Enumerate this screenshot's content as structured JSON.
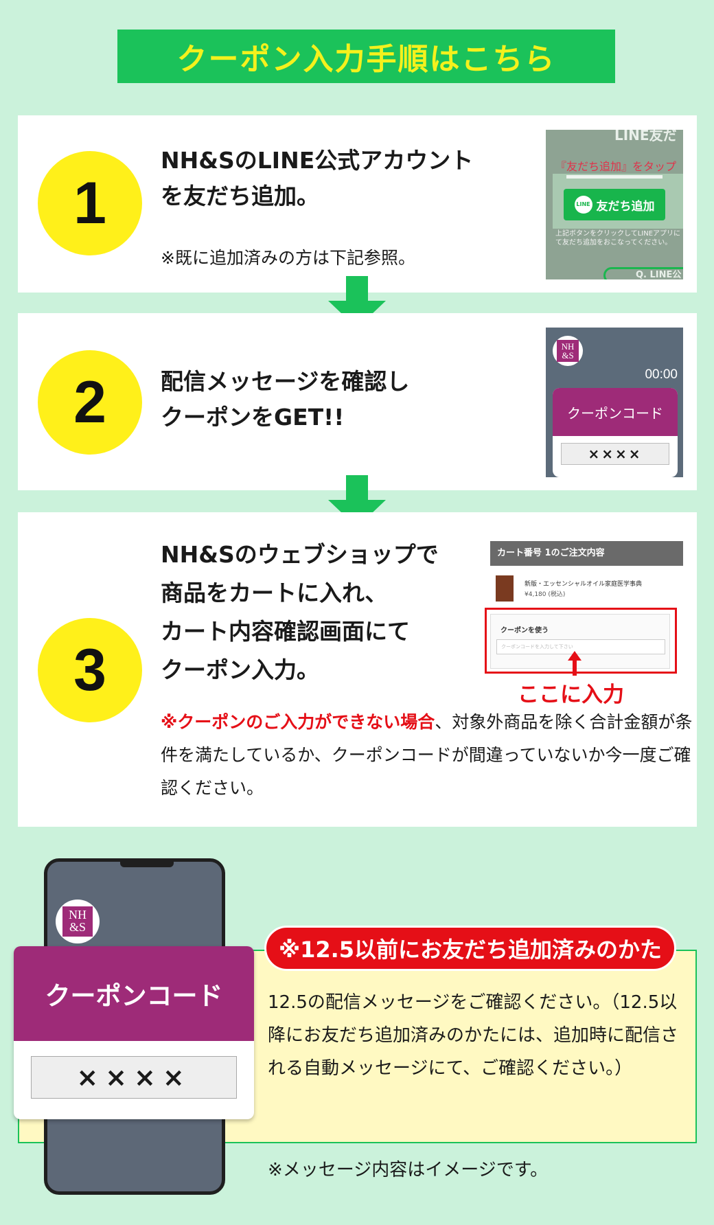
{
  "title": "クーポン入力手順はこちら",
  "steps": [
    {
      "number": "1",
      "lines": [
        "NH&SのLINE公式アカウント",
        "を友だち追加。"
      ],
      "note": "※既に追加済みの方は下記参照。",
      "thumb": {
        "top_text": "LINE友だ",
        "tap_text": "『友だち追加』をタップ",
        "badge": "LINE",
        "button": "友だち追加",
        "desc": "上記ボタンをクリックしてLINEアプリにて友だち追加をおこなってください。",
        "bottom": "Q. LINE公"
      }
    },
    {
      "number": "2",
      "lines": [
        "配信メッセージを確認し",
        "クーポンをGET!!"
      ],
      "thumb": {
        "logo_top": "NH",
        "logo_bottom": "&S",
        "time": "00:00",
        "coupon_label": "クーポンコード",
        "coupon_code": "××××"
      }
    },
    {
      "number": "3",
      "lines": [
        "NH&Sのウェブショップで",
        "商品をカートに入れ、",
        "カート内容確認画面にて",
        "クーポン入力。"
      ],
      "thumb": {
        "header": "カート番号 1のご注文内容",
        "item_title": "新版・エッセンシャルオイル家庭医学事典",
        "item_price": "¥4,180 (税込)",
        "use_label": "クーポンを使う",
        "input_placeholder": "クーポンコードを入力して下さい",
        "here_label": "ここに入力"
      },
      "warning_red": "※クーポンのご入力ができない場合",
      "warning_rest": "、対象外商品を除く合計金額が条件を満たしているか、クーポンコードが間違っていないか今一度ご確認ください。"
    }
  ],
  "bottom": {
    "logo_top": "NH",
    "logo_bottom": "&S",
    "coupon_label": "クーポンコード",
    "coupon_code": "××××",
    "tag": "※12.5以前にお友だち追加済みのかた",
    "text": "12.5の配信メッセージをご確認ください。（12.5以降にお友だち追加済みのかたには、追加時に配信される自動メッセージにて、ご確認ください。）",
    "note": "※メッセージ内容はイメージです。"
  },
  "colors": {
    "background": "#cbf2db",
    "green": "#1bc25a",
    "yellow_title": "#f4f11d",
    "number_circle": "#fff01a",
    "purple": "#9e2b78",
    "red": "#e50f17"
  }
}
